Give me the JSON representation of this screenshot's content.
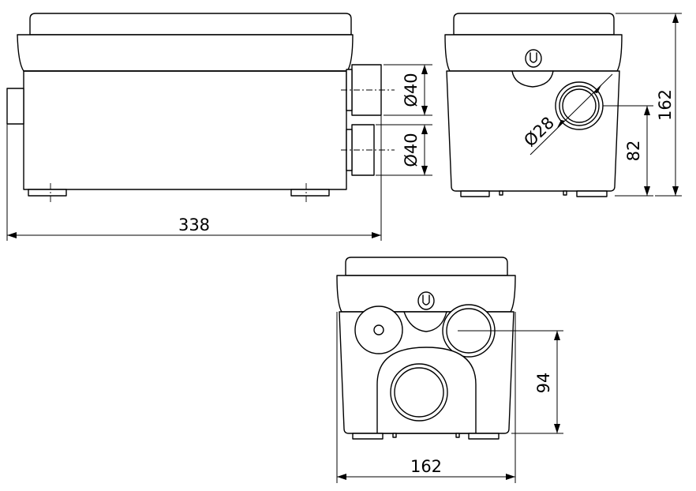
{
  "dimensions": {
    "length": "338",
    "dia_outlet_top": "Ø40",
    "dia_outlet_bottom": "Ø40",
    "side_height": "162",
    "side_inlet_height": "82",
    "side_inlet_dia": "Ø28",
    "rear_width": "162",
    "rear_inlet_height": "94"
  },
  "colors": {
    "line": "#000000",
    "background": "#ffffff"
  }
}
